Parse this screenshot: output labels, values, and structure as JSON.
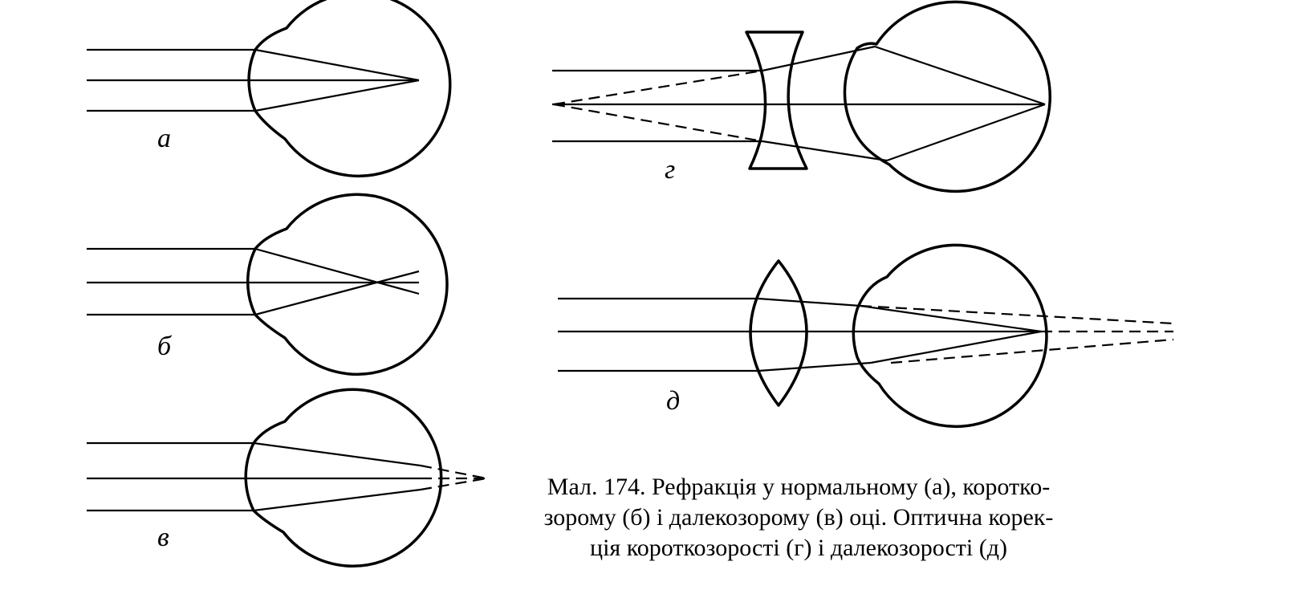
{
  "panels": {
    "a": {
      "label": "а"
    },
    "b": {
      "label": "б"
    },
    "v": {
      "label": "в"
    },
    "g": {
      "label": "г"
    },
    "d": {
      "label": "д"
    }
  },
  "caption": {
    "line1": "Мал. 174. Рефракція у нормальному (а), коротко-",
    "line2": "зорому (б) і далекозорому (в) оці. Оптична корек-",
    "line3": "ція короткозорості (г) і далекозорості (д)"
  }
}
